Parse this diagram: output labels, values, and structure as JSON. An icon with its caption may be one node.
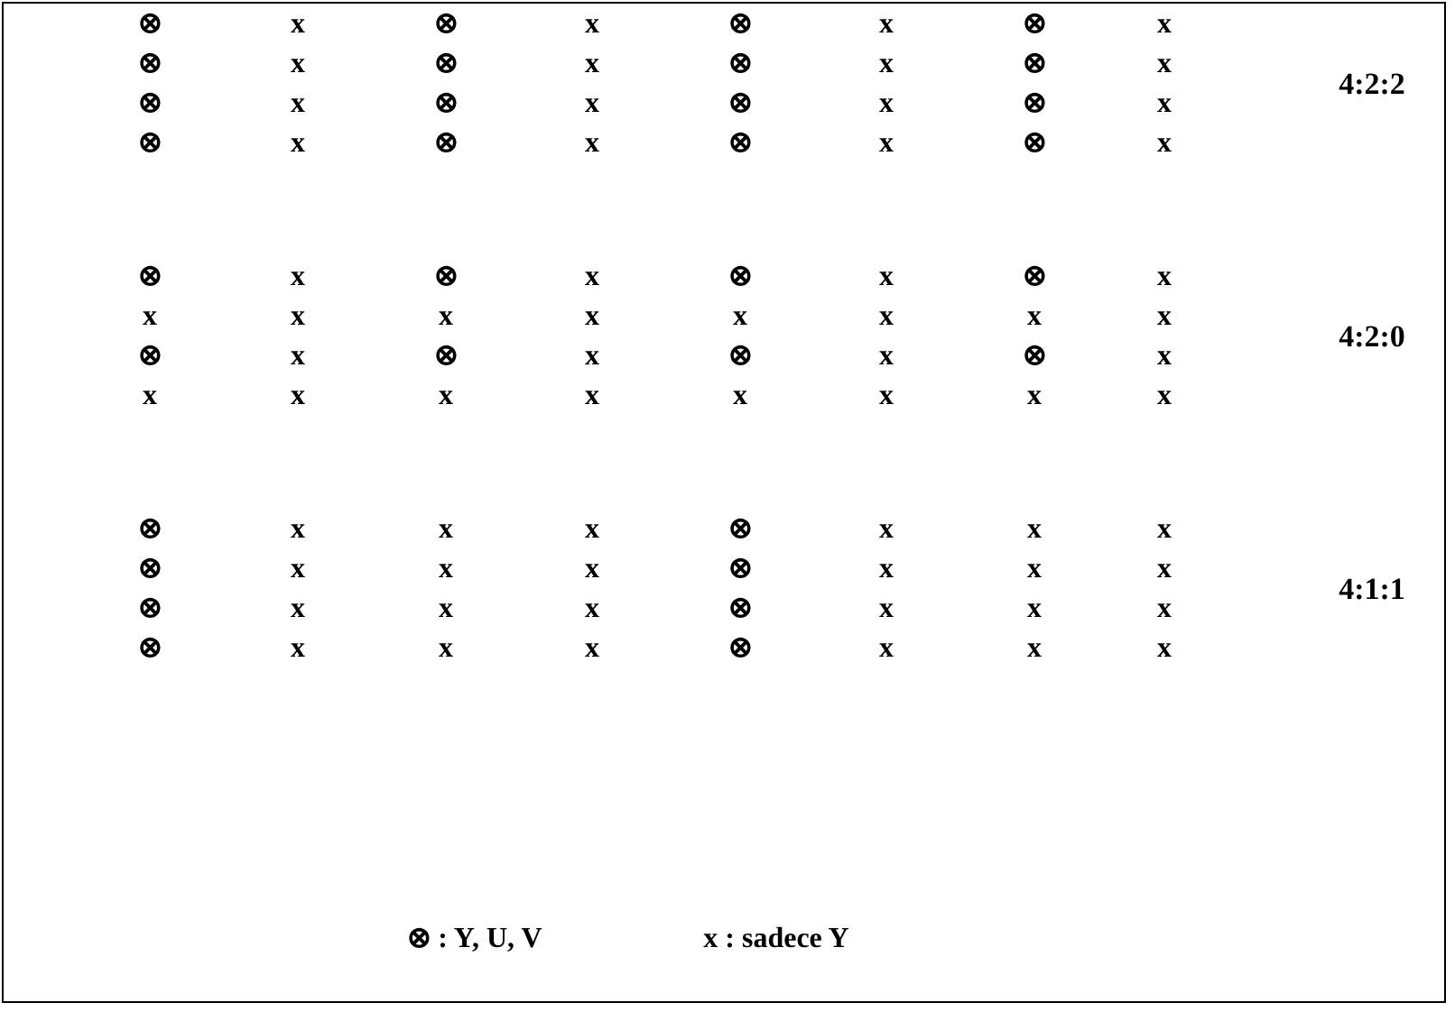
{
  "diagram": {
    "labels": [
      "⊗",
      "x",
      "⊗",
      "x",
      "⊗",
      "x",
      "⊗",
      "x",
      "⊗",
      "x",
      "⊗",
      "x",
      "⊗",
      "x",
      "⊗",
      "x",
      "⊗",
      "x",
      "⊗",
      "x",
      "⊗",
      "x",
      "⊗",
      "x",
      "⊗",
      "x",
      "⊗",
      "x",
      "⊗",
      "x",
      "⊗",
      "x",
      "4:2:2",
      "⊗",
      "x",
      "⊗",
      "x",
      "⊗",
      "x",
      "⊗",
      "x",
      "x",
      "x",
      "x",
      "x",
      "x",
      "x",
      "x",
      "x",
      "⊗",
      "x",
      "⊗",
      "x",
      "⊗",
      "x",
      "⊗",
      "x",
      "x",
      "x",
      "x",
      "x",
      "x",
      "x",
      "x",
      "x",
      "4:2:0",
      "⊗",
      "x",
      "x",
      "x",
      "⊗",
      "x",
      "x",
      "x",
      "⊗",
      "x",
      "x",
      "x",
      "⊗",
      "x",
      "x",
      "x",
      "⊗",
      "x",
      "x",
      "x",
      "⊗",
      "x",
      "x",
      "x",
      "⊗",
      "x",
      "x",
      "x",
      "⊗",
      "x",
      "x",
      "x",
      "4:1:1",
      "⊗ : Y, U, V",
      "x : sadece Y"
    ]
  }
}
